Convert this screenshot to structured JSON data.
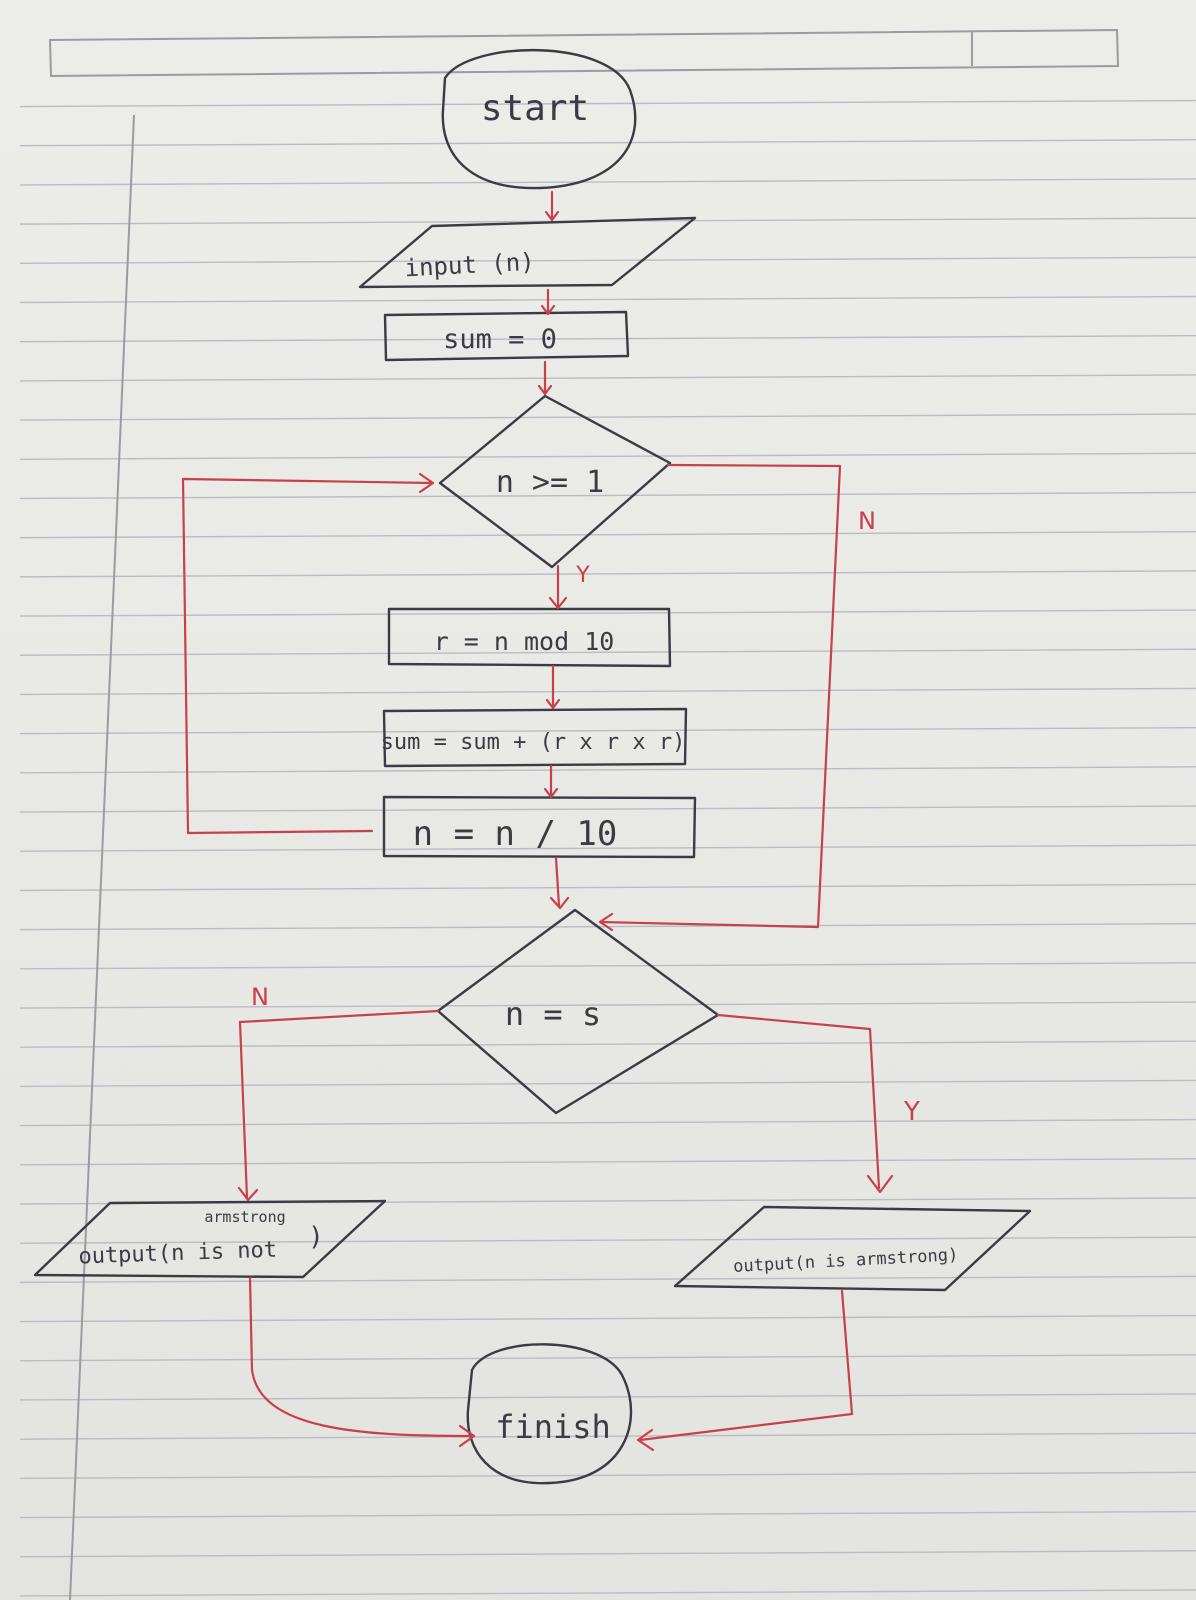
{
  "diagram": {
    "start_label": "start",
    "input_label": "input (n)",
    "init_label": "sum = 0",
    "loop_condition": "n >= 1",
    "mod_label": "r = n mod 10",
    "sum_update_label": "sum = sum + (r x r x r)",
    "divide_label": "n = n / 10",
    "check_condition": "n = s",
    "output_not_line1": "armstrong",
    "output_not_line2": "output(n is not",
    "output_not_close": ")",
    "output_yes_label": "output(n is armstrong)",
    "finish_label": "finish",
    "yes_label": "Y",
    "no_label": "N"
  },
  "colors": {
    "ink": "#3a3b45",
    "arrow": "#c8404a",
    "ruled_line": "#b9bcc4",
    "margin_line": "#9a9ca4",
    "highlight": "#2c3fb0"
  }
}
